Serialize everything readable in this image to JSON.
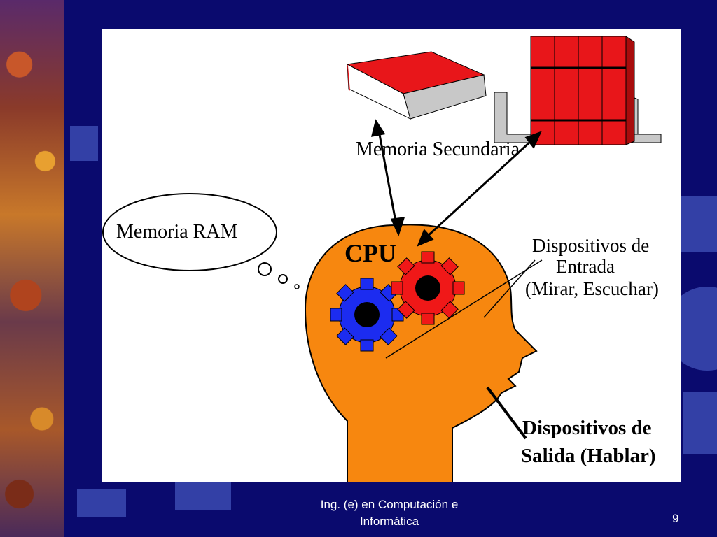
{
  "diagram": {
    "secondary_memory_label": "Memoria Secundaria",
    "ram_label": "Memoria RAM",
    "cpu_label": "CPU",
    "input_devices_line1": "Dispositivos de",
    "input_devices_line2": "Entrada",
    "input_devices_line3": "(Mirar, Escuchar)",
    "output_devices_line1": "Dispositivos de",
    "output_devices_line2": "Salida (Hablar)"
  },
  "footer": {
    "line1": "Ing. (e) en Computación e",
    "line2": "Informática",
    "page_number": "9"
  },
  "colors": {
    "background": "#0a0a6e",
    "head": "#f7870f",
    "gear_blue": "#1c2cf0",
    "gear_red": "#f01818",
    "book_red": "#e8161a"
  }
}
